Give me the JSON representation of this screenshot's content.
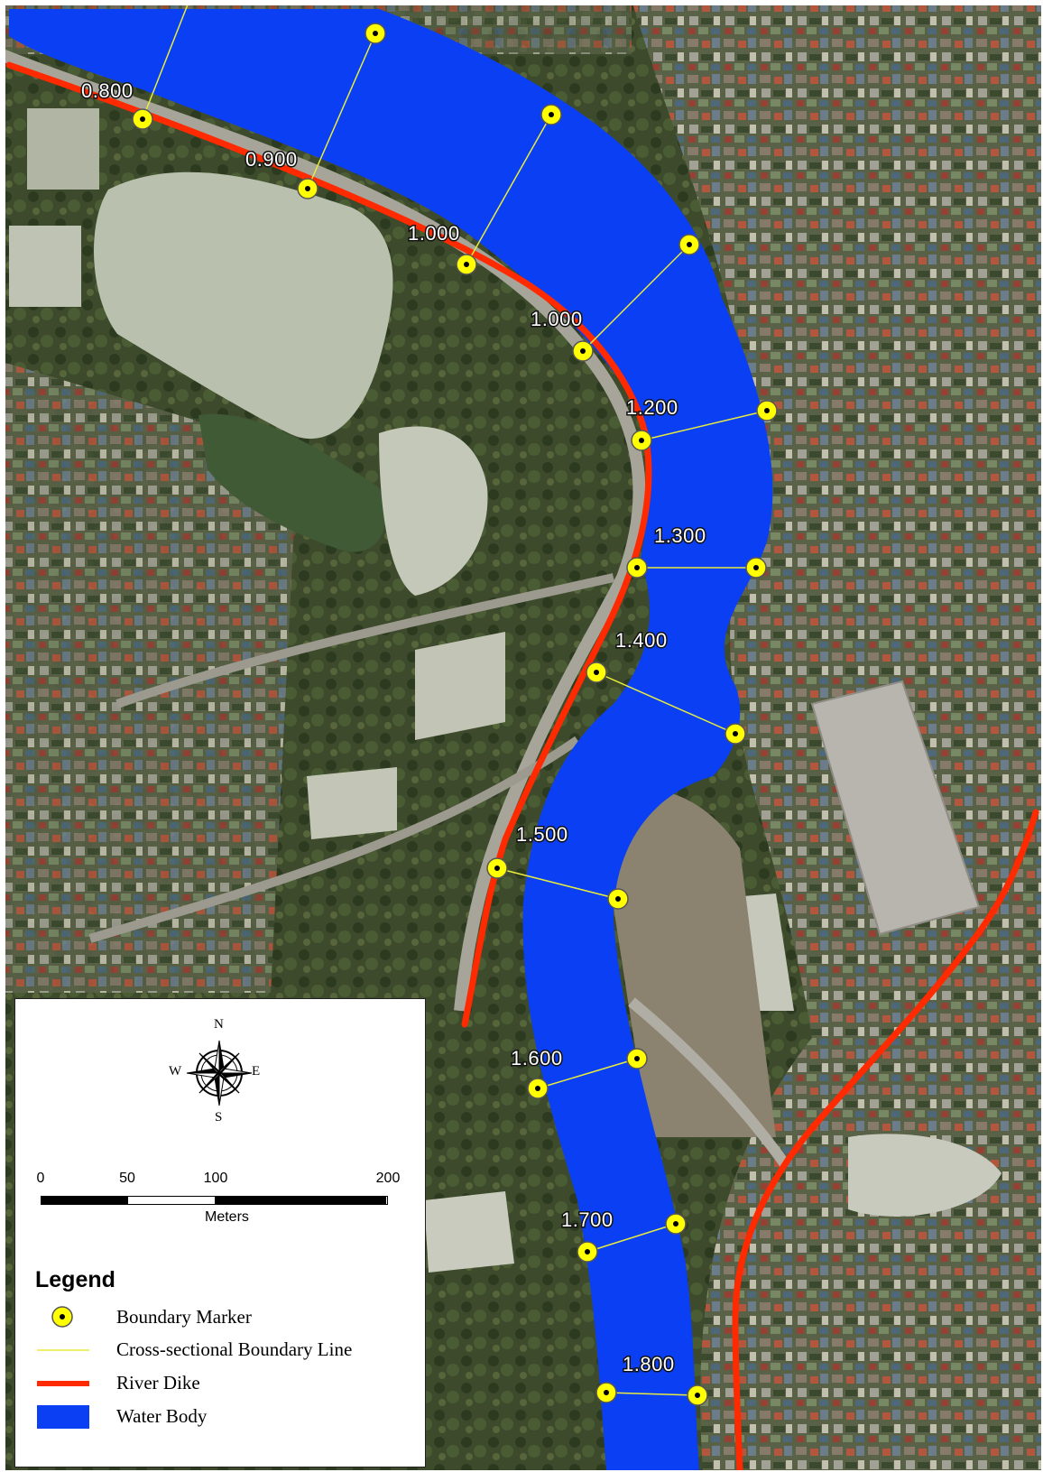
{
  "map": {
    "chainage_labels": [
      "0.800",
      "0.900",
      "1.000",
      "1.000",
      "1.200",
      "1.300",
      "1.400",
      "1.500",
      "1.600",
      "1.700",
      "1.800"
    ],
    "colors": {
      "water_body": "#0a3ff4",
      "river_dike": "#ff2a00",
      "boundary_line": "#e8ec3c",
      "boundary_marker_fill": "#ffff00",
      "boundary_marker_dot": "#000000"
    }
  },
  "compass": {
    "north": "N",
    "south": "S",
    "east": "E",
    "west": "W",
    "icon": "compass-rose-icon"
  },
  "scale_bar": {
    "ticks": [
      "0",
      "50",
      "100",
      "200"
    ],
    "unit": "Meters"
  },
  "legend": {
    "title": "Legend",
    "items": [
      {
        "label": "Boundary Marker",
        "symbol": "marker"
      },
      {
        "label": "Cross-sectional Boundary Line",
        "symbol": "thin-line"
      },
      {
        "label": "River Dike",
        "symbol": "thick-line"
      },
      {
        "label": "Water Body",
        "symbol": "fill"
      }
    ]
  }
}
